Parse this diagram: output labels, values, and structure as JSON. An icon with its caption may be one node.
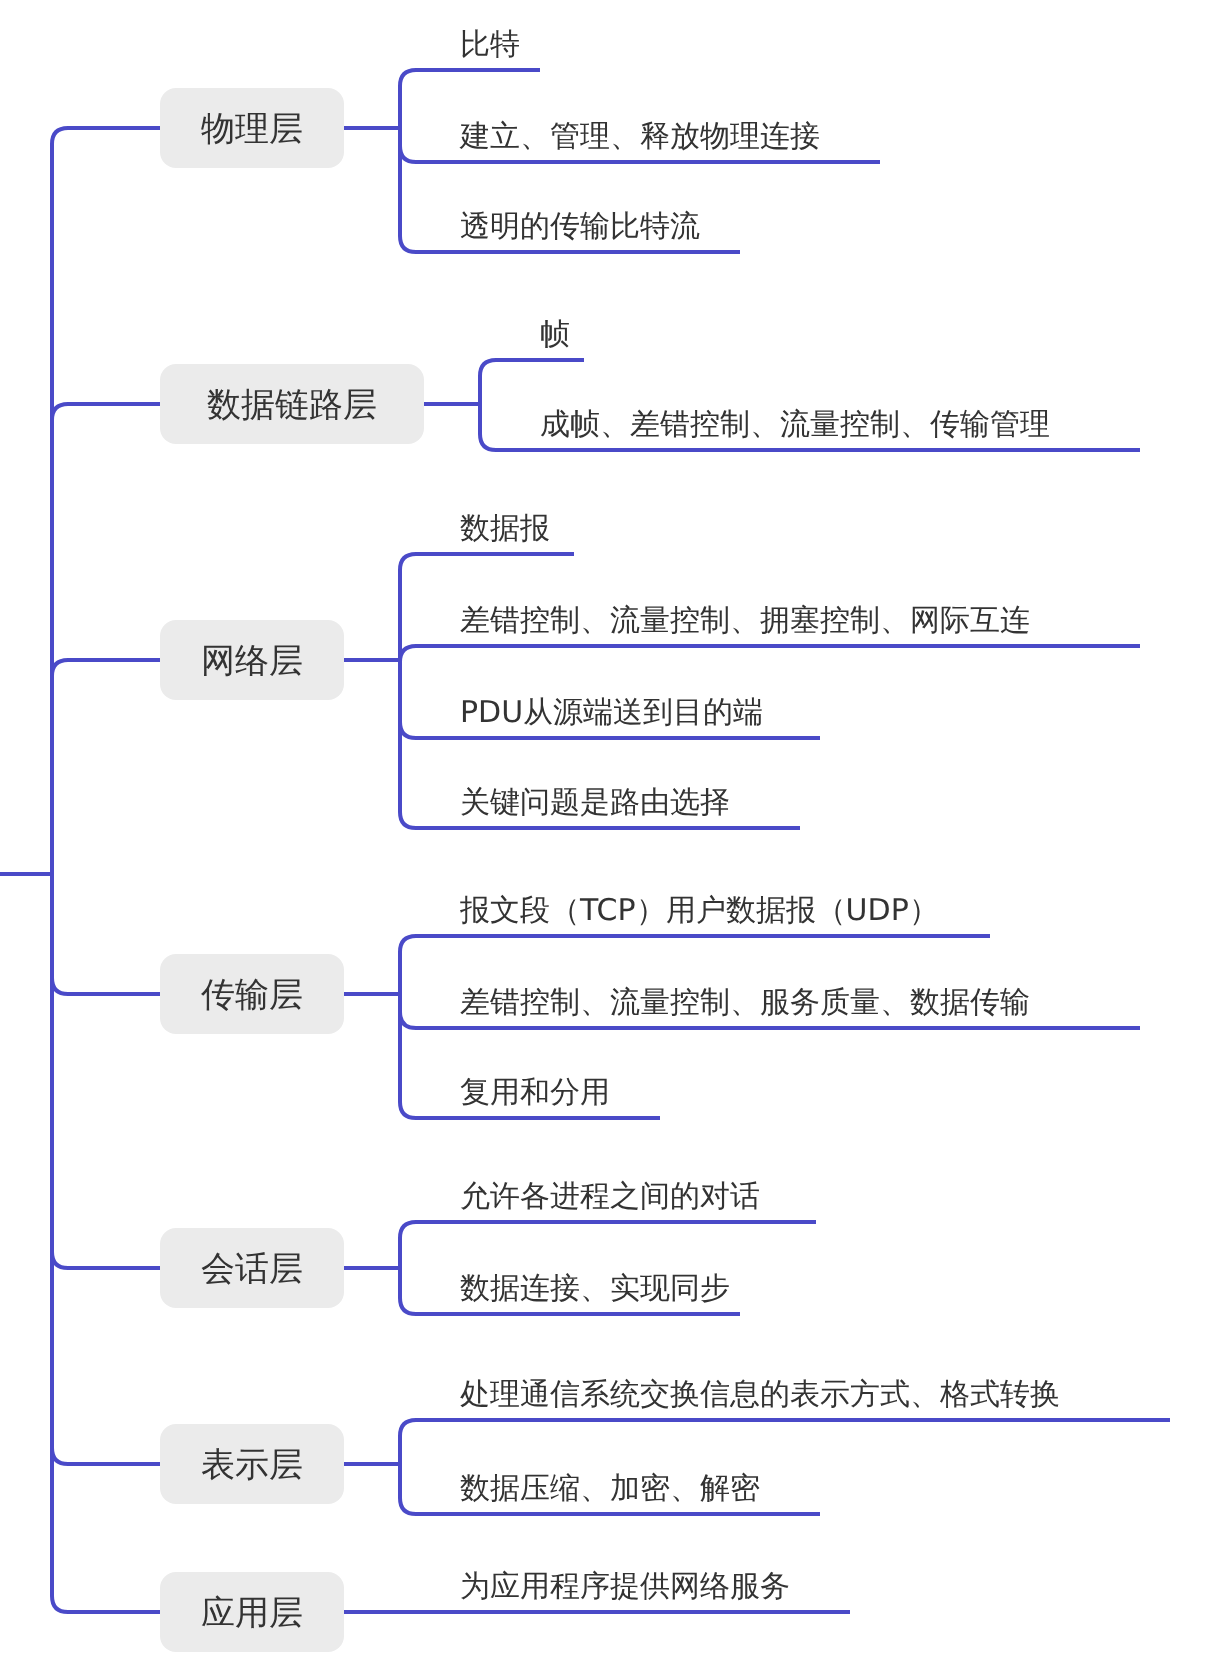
{
  "diagram": {
    "nodes": [
      {
        "text": [
          "物理层"
        ]
      },
      {
        "text": [
          "比特"
        ]
      },
      {
        "text": [
          "建立、管理、释放物理连接"
        ]
      },
      {
        "text": [
          "透明的传输比特流"
        ]
      },
      {
        "text": [
          "数据链路层"
        ]
      },
      {
        "text": [
          "帧"
        ]
      },
      {
        "text": [
          "成帧、差错控制、流量控制、传输管理"
        ]
      },
      {
        "text": [
          "网络层"
        ]
      },
      {
        "text": [
          "数据报"
        ]
      },
      {
        "text": [
          "差错控制、流量控制、拥塞控制、网际互连"
        ]
      },
      {
        "text": [
          "PDU从源端送到目的端"
        ]
      },
      {
        "text": [
          "关键问题是路由选择"
        ]
      },
      {
        "text": [
          "传输层"
        ]
      },
      {
        "text": [
          "报文段（TCP）用户数据报（UDP）"
        ]
      },
      {
        "text": [
          "差错控制、流量控制、服务质量、数据传输"
        ]
      },
      {
        "text": [
          "复用和分用"
        ]
      },
      {
        "text": [
          "会话层"
        ]
      },
      {
        "text": [
          "允许各进程之间的对话"
        ]
      },
      {
        "text": [
          "数据连接、实现同步"
        ]
      },
      {
        "text": [
          "表示层"
        ]
      },
      {
        "text": [
          "处理通信系统交换信息的表示方式、格式转换"
        ]
      },
      {
        "text": [
          "数据压缩、加密、解密"
        ]
      },
      {
        "text": [
          "应用层"
        ]
      },
      {
        "text": [
          "为应用程序提供网络服务"
        ]
      }
    ],
    "edges": [
      {
        "from": null,
        "to": 0,
        "arrow": "none"
      },
      {
        "from": null,
        "to": 4,
        "arrow": "none"
      },
      {
        "from": null,
        "to": 7,
        "arrow": "none"
      },
      {
        "from": null,
        "to": 12,
        "arrow": "none"
      },
      {
        "from": null,
        "to": 16,
        "arrow": "none"
      },
      {
        "from": null,
        "to": 19,
        "arrow": "none"
      },
      {
        "from": null,
        "to": 22,
        "arrow": "none"
      },
      {
        "from": 0,
        "to": 1,
        "arrow": "none"
      },
      {
        "from": 0,
        "to": 2,
        "arrow": "none"
      },
      {
        "from": 0,
        "to": 3,
        "arrow": "none"
      },
      {
        "from": 4,
        "to": 5,
        "arrow": "none"
      },
      {
        "from": 4,
        "to": 6,
        "arrow": "none"
      },
      {
        "from": 7,
        "to": 8,
        "arrow": "none"
      },
      {
        "from": 7,
        "to": 9,
        "arrow": "none"
      },
      {
        "from": 7,
        "to": 10,
        "arrow": "none"
      },
      {
        "from": 7,
        "to": 11,
        "arrow": "none"
      },
      {
        "from": 12,
        "to": 13,
        "arrow": "none"
      },
      {
        "from": 12,
        "to": 14,
        "arrow": "none"
      },
      {
        "from": 12,
        "to": 15,
        "arrow": "none"
      },
      {
        "from": 16,
        "to": 17,
        "arrow": "none"
      },
      {
        "from": 16,
        "to": 18,
        "arrow": "none"
      },
      {
        "from": 19,
        "to": 20,
        "arrow": "none"
      },
      {
        "from": 19,
        "to": 21,
        "arrow": "none"
      },
      {
        "from": 22,
        "to": 23,
        "arrow": "none"
      }
    ]
  }
}
